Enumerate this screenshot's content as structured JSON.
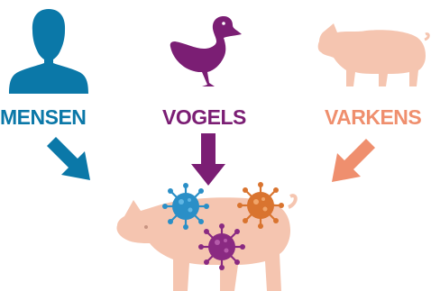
{
  "labels": {
    "people": "MENSEN",
    "birds": "VOGELS",
    "pigs": "VARKENS"
  },
  "colors": {
    "people": "#0b78a8",
    "birds": "#7b1e74",
    "pigs": "#ef8f6e",
    "pig_body": "#f5c5b0",
    "pig_body_light": "#f8d8cb",
    "virus_blue": "#2a8fc7",
    "virus_orange": "#d9742f",
    "virus_purple": "#8a2a82"
  },
  "icons": {
    "people": "person-silhouette-icon",
    "birds": "duck-icon",
    "pigs": "pig-icon",
    "mixing_pig": "pig-with-viruses-icon"
  }
}
